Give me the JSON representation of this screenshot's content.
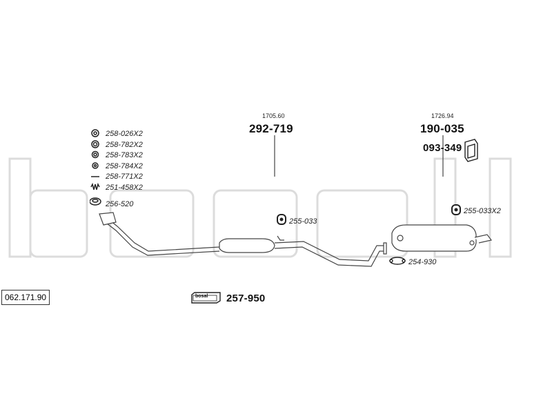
{
  "watermark": "bosal",
  "catalog_number": "062.171.90",
  "small_parts": [
    {
      "code": "258-026X2",
      "icon": "nut-icon"
    },
    {
      "code": "258-782X2",
      "icon": "washer-icon"
    },
    {
      "code": "258-783X2",
      "icon": "washer-icon"
    },
    {
      "code": "258-784X2",
      "icon": "washer-icon"
    },
    {
      "code": "258-771X2",
      "icon": "bolt-icon"
    },
    {
      "code": "251-458X2",
      "icon": "spring-icon"
    },
    {
      "code": "256-520",
      "icon": "gasket-ring-icon"
    }
  ],
  "middle_section": {
    "ref": "1705.60",
    "part": "292-719"
  },
  "rear_section": {
    "ref": "1726.94",
    "part": "190-035"
  },
  "rear_bracket": {
    "part": "093-349",
    "icon": "bracket-icon"
  },
  "mounts": {
    "middle_rubber": "255-033",
    "rear_rubber": "255-033X2",
    "clamp": "254-930"
  },
  "assembly_kit": {
    "brand": "bosal",
    "part": "257-950"
  }
}
